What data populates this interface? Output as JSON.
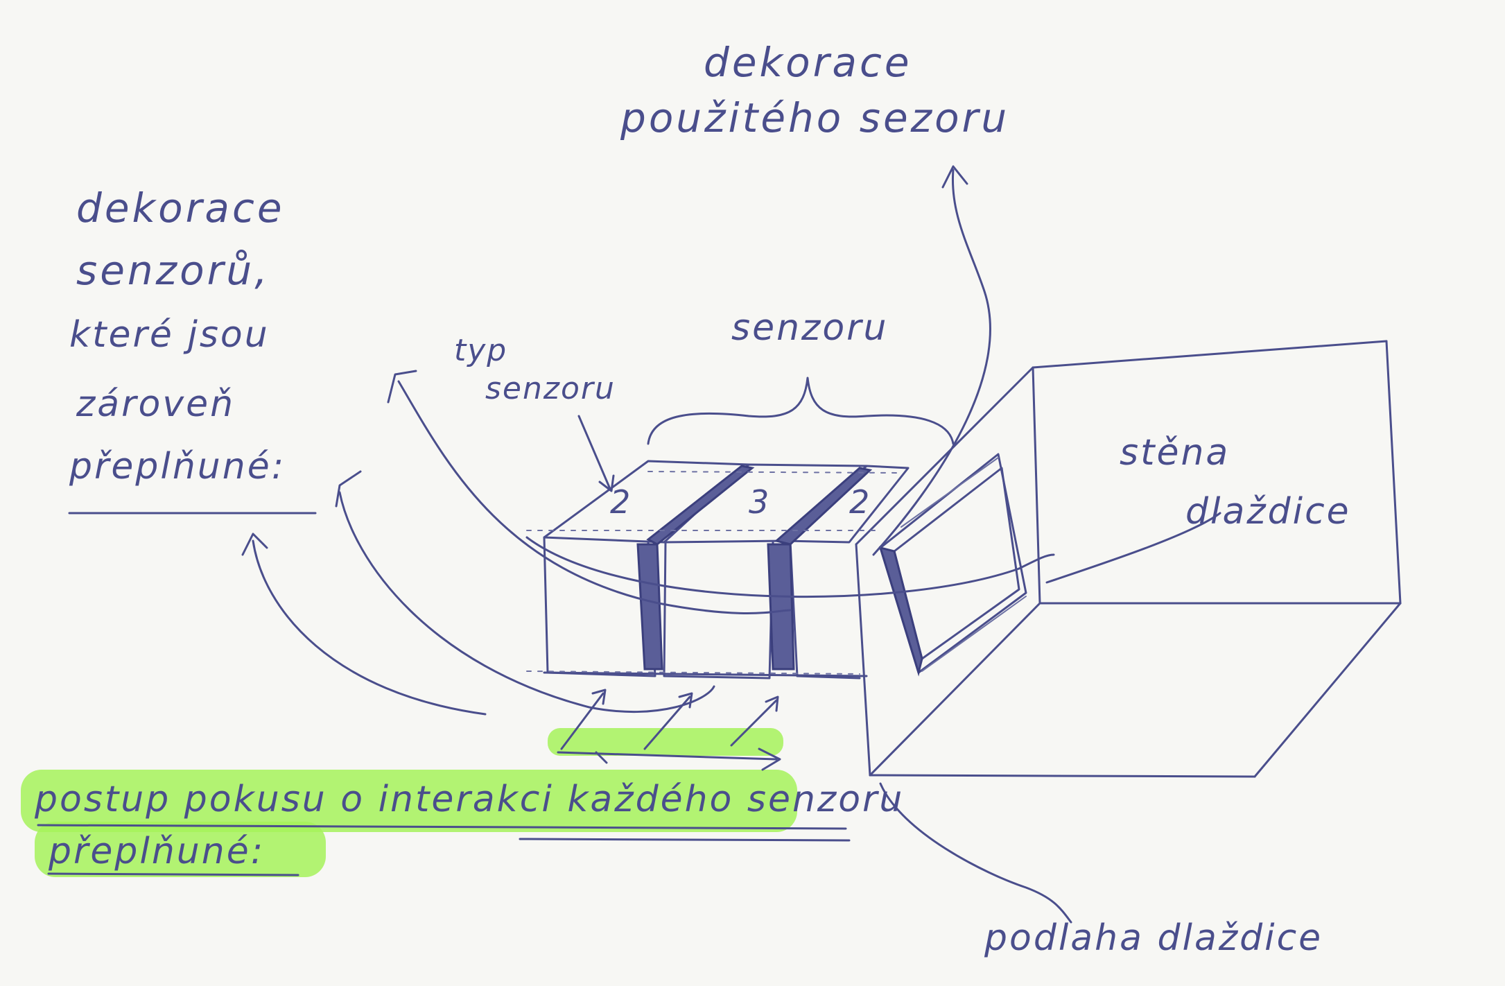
{
  "labels": {
    "top_right": [
      "dekorace",
      "použitého sezoru"
    ],
    "left": [
      "dekorace",
      "senzorů,",
      "které jsou",
      "zároveň",
      "přeplňuné:"
    ],
    "typ_senzor": [
      "typ",
      "senzoru"
    ],
    "senzor": "senzoru",
    "wall": [
      "stěna",
      "dlaždice"
    ],
    "floor": "podlaha dlaždice",
    "bottom": [
      "postup pokusu o interakci každého senzoru",
      "přeplňuné:"
    ],
    "numbers": [
      "2",
      "3",
      "2"
    ]
  },
  "colors": {
    "ink": "#4a4e8c",
    "highlight": "#a6f25a",
    "paper": "#f7f7f4"
  }
}
